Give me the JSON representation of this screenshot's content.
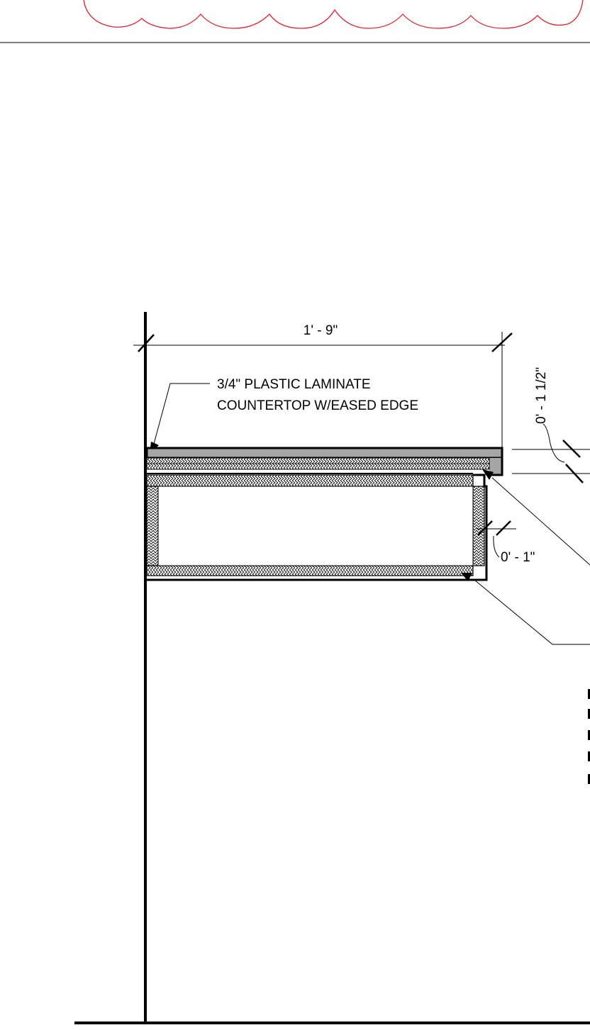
{
  "drawing": {
    "countertop_note": {
      "line1": "3/4\" PLASTIC LAMINATE",
      "line2": "COUNTERTOP W/EASED EDGE"
    },
    "dimensions": {
      "depth": "1' - 9\"",
      "thickness": "0' - 1 1/2\"",
      "gap": "0' - 1\""
    },
    "colors": {
      "revision_cloud": "#e8212b",
      "laminate": "#a6a6a6",
      "linework": "#000000"
    }
  }
}
